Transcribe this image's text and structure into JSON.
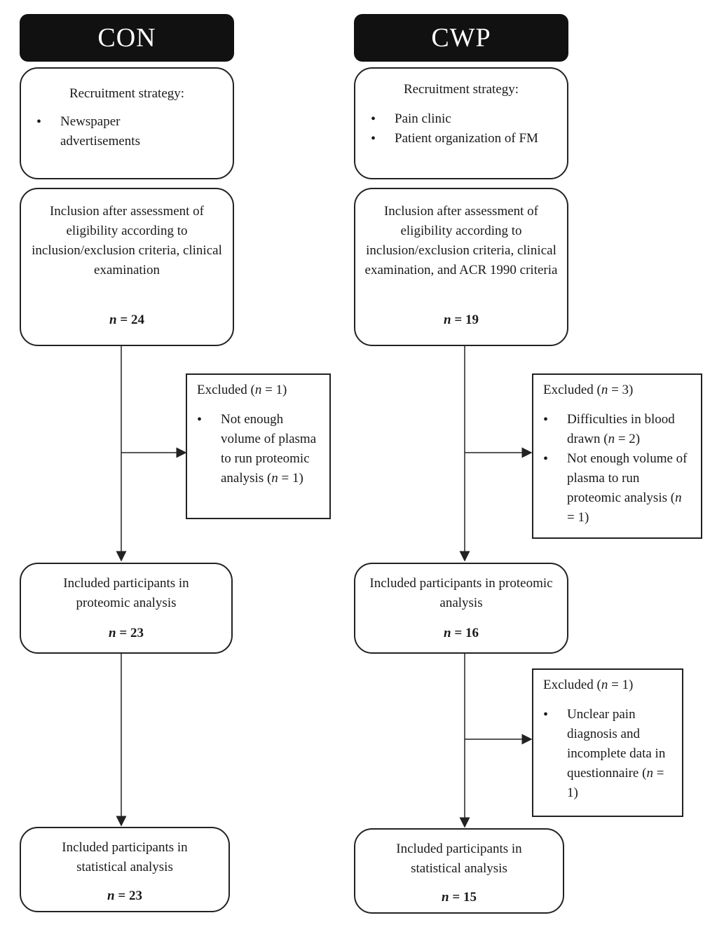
{
  "con": {
    "header": "CON",
    "recruitment": {
      "title": "Recruitment strategy:",
      "items": [
        "Newspaper advertisements"
      ]
    },
    "inclusion": {
      "text": "Inclusion after assessment of eligibility according to inclusion/exclusion criteria, clinical examination",
      "n_label": "n",
      "n_value": " = 24"
    },
    "excluded": {
      "title_prefix": "Excluded (",
      "title_n": "n",
      "title_suffix": " = 1)",
      "items": [
        {
          "text": "Not enough volume of plasma to run proteomic analysis (",
          "n": "n",
          "suffix": " = 1)"
        }
      ]
    },
    "proteomic": {
      "text": "Included participants in proteomic analysis",
      "n_label": "n",
      "n_value": " = 23"
    },
    "statistical": {
      "text": "Included participants in statistical analysis",
      "n_label": "n",
      "n_value": " = 23"
    }
  },
  "cwp": {
    "header": "CWP",
    "recruitment": {
      "title": "Recruitment strategy:",
      "items": [
        "Pain clinic",
        "Patient organization of FM"
      ]
    },
    "inclusion": {
      "text": "Inclusion after assessment of eligibility according to inclusion/exclusion criteria, clinical examination, and ACR 1990 criteria",
      "n_label": "n",
      "n_value": " = 19"
    },
    "excluded1": {
      "title_prefix": "Excluded (",
      "title_n": "n",
      "title_suffix": " = 3)",
      "items": [
        {
          "text": "Difficulties in blood drawn (",
          "n": "n",
          "suffix": " = 2)"
        },
        {
          "text": "Not enough volume of plasma to run proteomic analysis (",
          "n": "n",
          "suffix": " = 1)"
        }
      ]
    },
    "proteomic": {
      "text": "Included participants in proteomic analysis",
      "n_label": "n",
      "n_value": " = 16"
    },
    "excluded2": {
      "title_prefix": "Excluded (",
      "title_n": "n",
      "title_suffix": " = 1)",
      "items": [
        {
          "text": "Unclear pain diagnosis and incomplete data in questionnaire (",
          "n": "n",
          "suffix": " = 1)"
        }
      ]
    },
    "statistical": {
      "text": "Included participants in statistical analysis",
      "n_label": "n",
      "n_value": " = 15"
    }
  }
}
